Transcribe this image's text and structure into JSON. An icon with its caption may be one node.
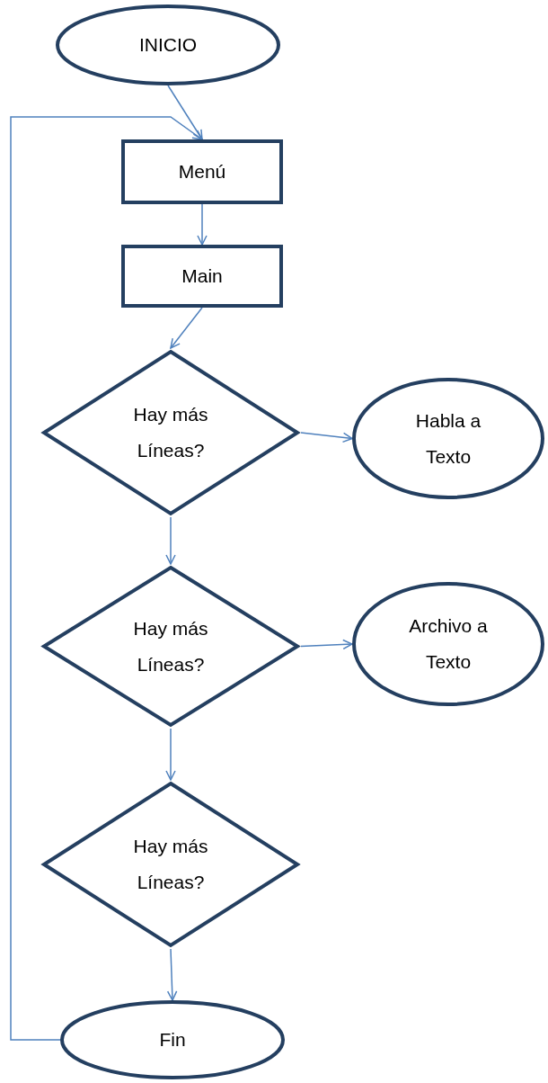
{
  "diagram": {
    "nodes": [
      {
        "text": [
          "INICIO"
        ]
      },
      {
        "text": [
          "Menú"
        ]
      },
      {
        "text": [
          "Main"
        ]
      },
      {
        "text": [
          "Hay más Líneas?"
        ]
      },
      {
        "text": [
          "Habla a Texto"
        ]
      },
      {
        "text": [
          "Hay más Líneas?"
        ]
      },
      {
        "text": [
          "Archivo a Texto"
        ]
      },
      {
        "text": [
          "Hay más Líneas?"
        ]
      },
      {
        "text": [
          "Fin"
        ]
      }
    ],
    "edges": [
      {
        "from": 0,
        "to": 1,
        "arrow": "to"
      },
      {
        "from": 1,
        "to": 2,
        "arrow": "to"
      },
      {
        "from": 2,
        "to": 3,
        "arrow": "to"
      },
      {
        "from": 3,
        "to": 4,
        "arrow": "to"
      },
      {
        "from": 3,
        "to": 5,
        "arrow": "to"
      },
      {
        "from": 5,
        "to": 6,
        "arrow": "to"
      },
      {
        "from": 5,
        "to": 7,
        "arrow": "to"
      },
      {
        "from": 7,
        "to": 8,
        "arrow": "to"
      },
      {
        "from": 8,
        "to": 1,
        "arrow": "to"
      }
    ]
  }
}
